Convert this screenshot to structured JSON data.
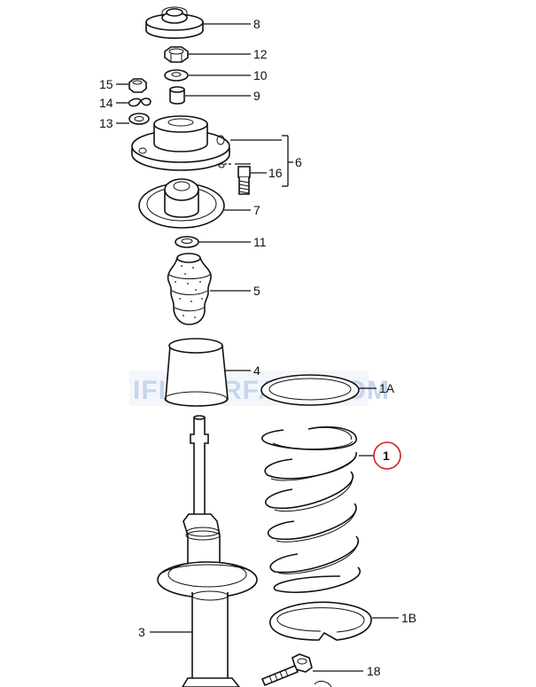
{
  "watermark": {
    "text": "IFINTERFACE.COM",
    "color": "#c7d6ec"
  },
  "highlight_color": "#d32020",
  "parts": [
    {
      "id": "p8",
      "callout": "8",
      "icon": "top-mount-cap"
    },
    {
      "id": "p12",
      "callout": "12",
      "icon": "hex-nut"
    },
    {
      "id": "p10",
      "callout": "10",
      "icon": "washer"
    },
    {
      "id": "p9",
      "callout": "9",
      "icon": "bushing"
    },
    {
      "id": "p15",
      "callout": "15",
      "icon": "hex-nut"
    },
    {
      "id": "p14",
      "callout": "14",
      "icon": "lock-washer"
    },
    {
      "id": "p13",
      "callout": "13",
      "icon": "washer"
    },
    {
      "id": "p6",
      "callout": "6",
      "icon": "strut-mount-bracket"
    },
    {
      "id": "p16",
      "callout": "16",
      "icon": "bolt"
    },
    {
      "id": "p7",
      "callout": "7",
      "icon": "strut-bearing"
    },
    {
      "id": "p11",
      "callout": "11",
      "icon": "washer"
    },
    {
      "id": "p5",
      "callout": "5",
      "icon": "bump-stop"
    },
    {
      "id": "p4",
      "callout": "4",
      "icon": "dust-boot"
    },
    {
      "id": "p1A",
      "callout": "1A",
      "icon": "spring-seat-upper"
    },
    {
      "id": "p1",
      "callout": "1",
      "icon": "coil-spring",
      "highlighted": true
    },
    {
      "id": "p1B",
      "callout": "1B",
      "icon": "spring-seat-lower"
    },
    {
      "id": "p3",
      "callout": "3",
      "icon": "shock-absorber"
    },
    {
      "id": "p18",
      "callout": "18",
      "icon": "bolt"
    }
  ]
}
